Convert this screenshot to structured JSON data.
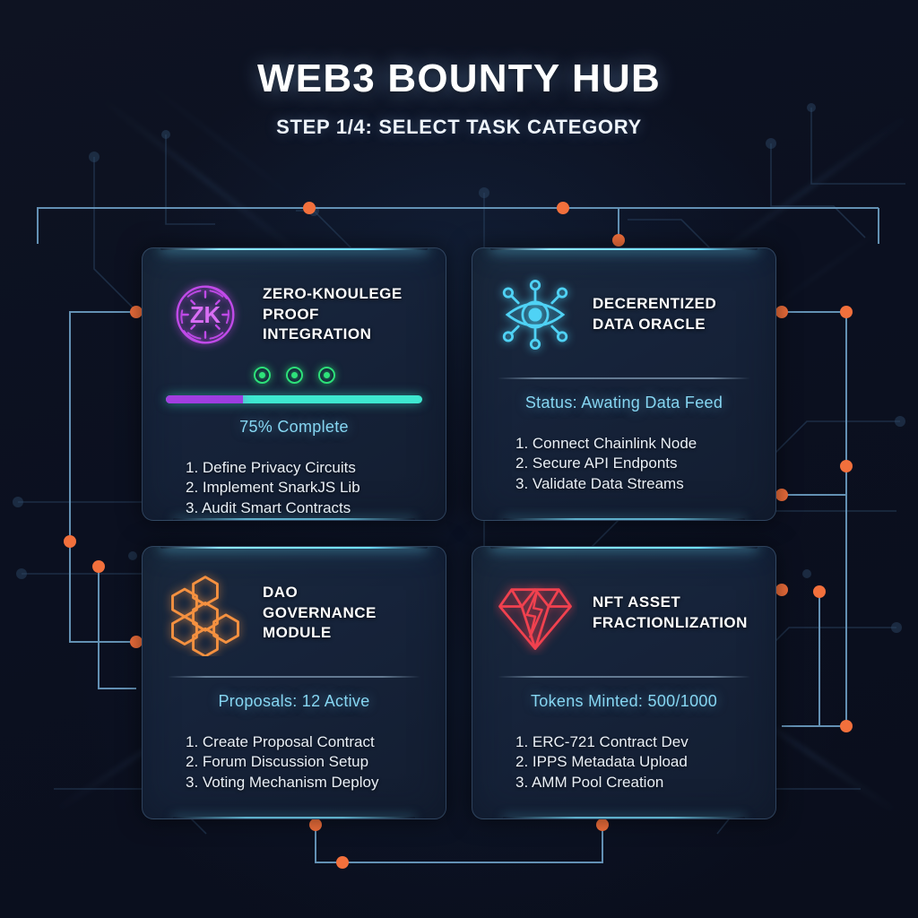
{
  "header": {
    "title": "WEB3 BOUNTY HUB",
    "subtitle": "STEP 1/4: SELECT TASK CATEGORY"
  },
  "colors": {
    "background": "#0b1020",
    "card_bg": "#16233a",
    "card_edge_glow": "#6fe0ff",
    "accent_cyan": "#86d6f2",
    "accent_orange": "#f2703c",
    "zk_purple": "#c04ae8",
    "oracle_blue": "#4fd2f5",
    "dao_orange": "#f59140",
    "nft_red": "#f1414f",
    "progress_done": "#a33ee0",
    "progress_track": "#3ee8d0",
    "dot_green": "#2ee27a",
    "text_primary": "#ffffff",
    "text_task": "#e9eff6"
  },
  "cards": [
    {
      "id": "zero-knowledge",
      "icon": "zk-badge-icon",
      "title": "ZERO-KNOULEGE\nPROOF INTEGRATION",
      "meta_type": "progress",
      "status": "75% Complete",
      "progress_percent": 75,
      "progress_fill_ratio": 30,
      "step_dots": 3,
      "tasks": [
        "1. Define Privacy Circuits",
        "2. Implement SnarkJS Lib",
        "3. Audit Smart Contracts"
      ]
    },
    {
      "id": "data-oracle",
      "icon": "oracle-eye-icon",
      "title": "DECERENTIZED\nDATA ORACLE",
      "meta_type": "status",
      "status": "Status: Awating Data Feed",
      "tasks": [
        "1. Connect Chainlink Node",
        "2. Secure API Endponts",
        "3. Validate Data Streams"
      ]
    },
    {
      "id": "dao-governance",
      "icon": "hexagon-cluster-icon",
      "title": "DAO\nGOVERNANCE\nMODULE",
      "meta_type": "status",
      "status": "Proposals: 12 Active",
      "tasks": [
        "1. Create Proposal Contract",
        "2. Forum Discussion Setup",
        "3. Voting Mechanism Deploy"
      ]
    },
    {
      "id": "nft-fractionalization",
      "icon": "diamond-icon",
      "title": "NFT ASSET\nFRACTIONLIZATION",
      "meta_type": "status",
      "status": "Tokens Minted: 500/1000",
      "tasks": [
        "1. ERC-721 Contract Dev",
        "2. IPPS Metadata Upload",
        "3. AMM Pool Creation"
      ]
    }
  ]
}
